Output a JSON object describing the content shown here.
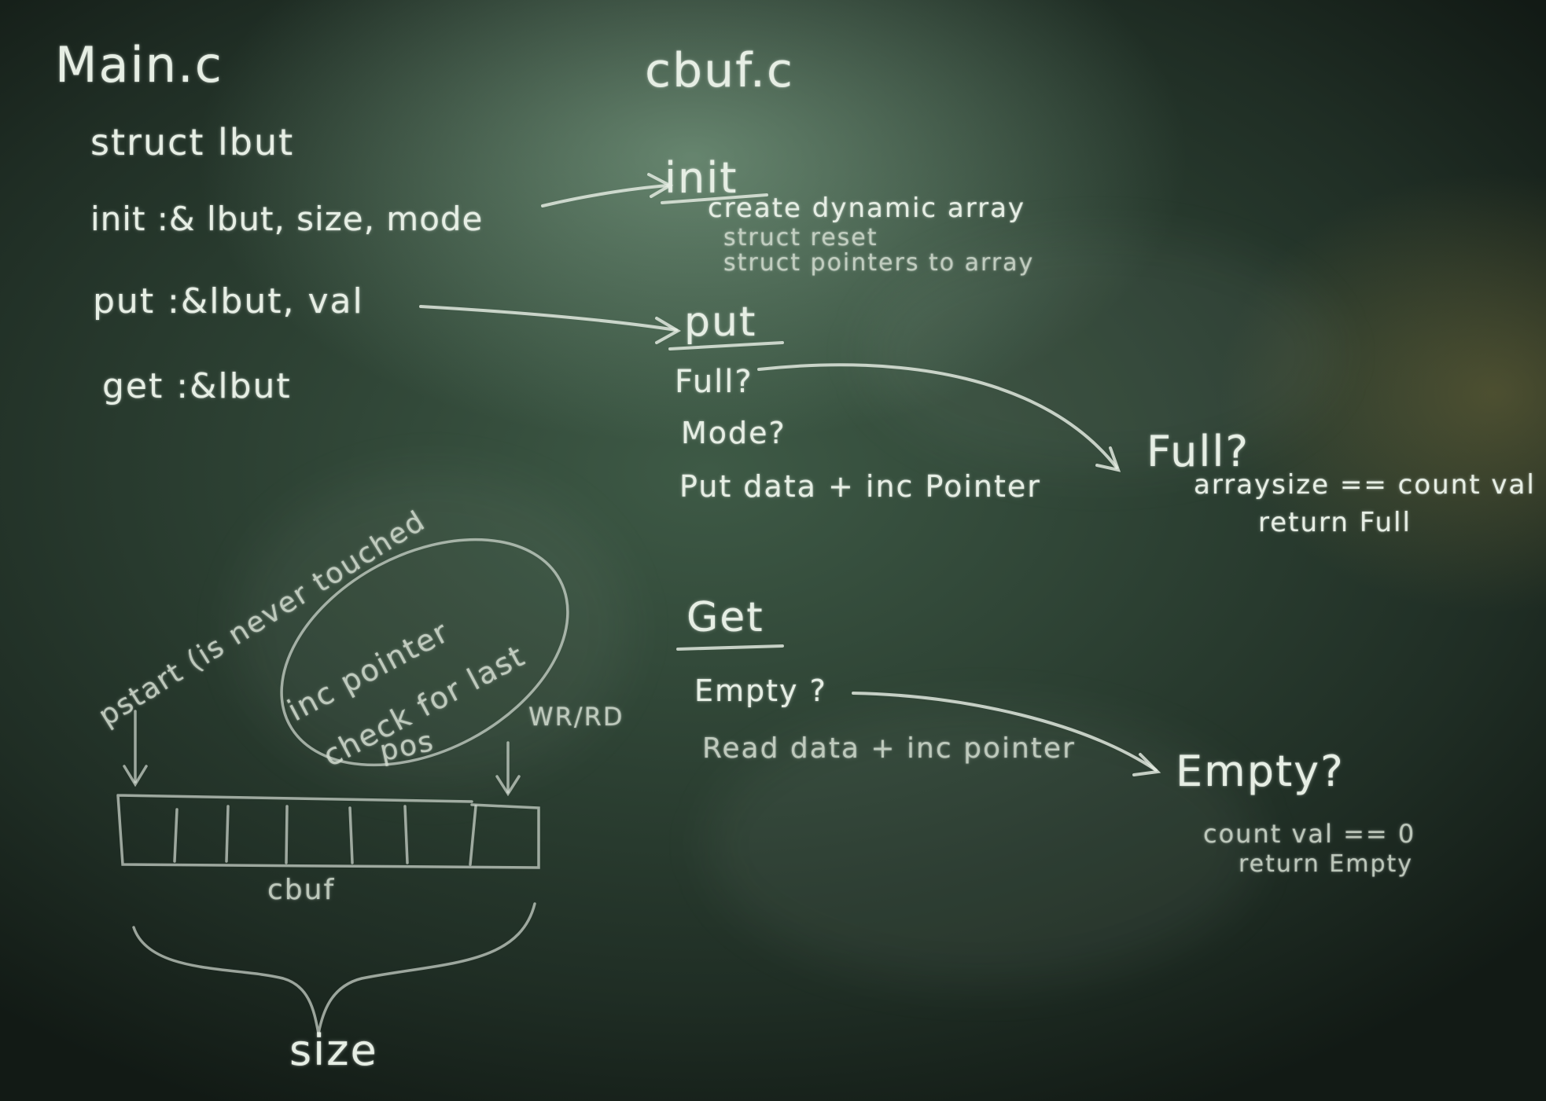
{
  "main_c": {
    "title": "Main.c",
    "lines": [
      "struct lbut",
      "init :& lbut, size, mode",
      "put :&lbut, val",
      "get :&lbut"
    ]
  },
  "cbuf_c": {
    "title": "cbuf.c",
    "init": {
      "heading": "init",
      "lines": [
        "create dynamic array",
        "struct reset",
        "struct pointers to array"
      ]
    },
    "put": {
      "heading": "put",
      "lines": [
        "Full?",
        "Mode?",
        "Put data + inc Pointer"
      ]
    },
    "get": {
      "heading": "Get",
      "lines": [
        "Empty ?",
        "Read data + inc pointer"
      ]
    },
    "full_check": {
      "heading": "Full?",
      "lines": [
        "arraysize == count val",
        "return Full"
      ]
    },
    "empty_check": {
      "heading": "Empty?",
      "lines": [
        "count val == 0",
        "return Empty"
      ]
    }
  },
  "diagram": {
    "pstart_note": "pstart (is never touched",
    "bubble_lines": [
      "inc pointer",
      "check for last",
      "pos"
    ],
    "wr_rd_label": "WR/RD",
    "buffer_label": "cbuf",
    "size_label": "size"
  }
}
